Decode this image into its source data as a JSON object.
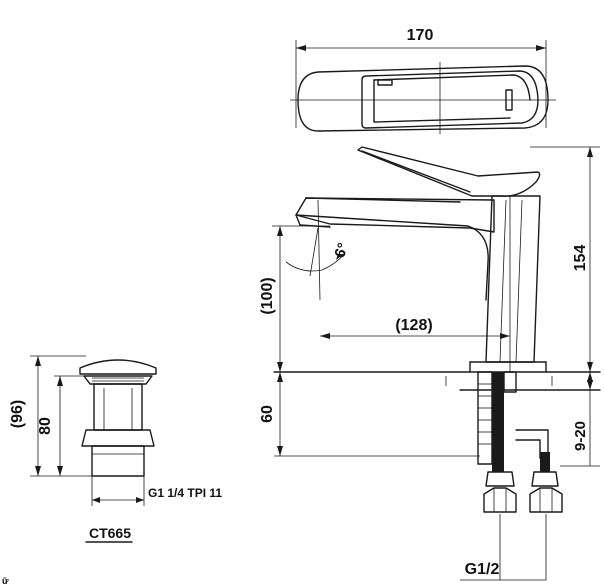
{
  "faucet": {
    "width_label": "170",
    "height_label": "154",
    "spout_height_label": "(100)",
    "reach_label": "(128)",
    "angle_label": "6°",
    "body_below_deck_label": "60",
    "deck_thickness_label": "9-20",
    "inlet_thread_label": "G1/2"
  },
  "drain": {
    "overall_label": "(96)",
    "height_label": "80",
    "thread_label": "G1 1/4 TPI 11",
    "model_label": "CT665"
  },
  "corner_mark": "ữ"
}
